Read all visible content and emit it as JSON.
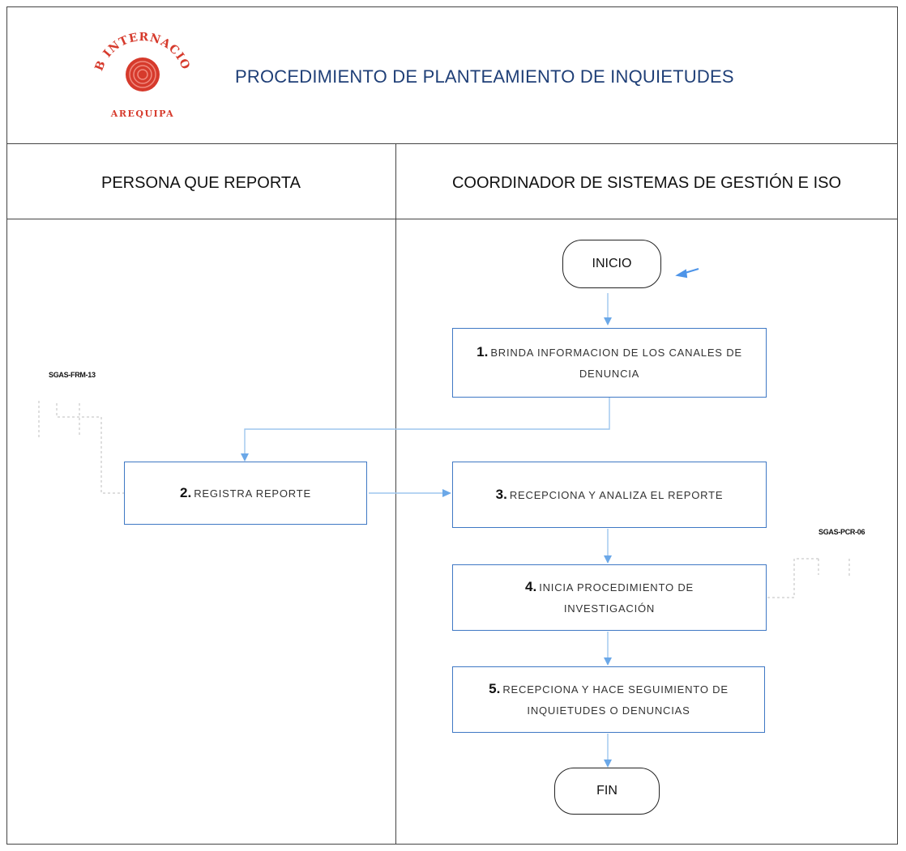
{
  "header": {
    "title": "PROCEDIMIENTO DE PLANTEAMIENTO DE INQUIETUDES",
    "logo": {
      "arc_text": "CLUB INTERNACIONAL",
      "city": "AREQUIPA"
    }
  },
  "lanes": [
    {
      "label": "PERSONA QUE REPORTA"
    },
    {
      "label": "COORDINADOR DE SISTEMAS DE GESTIÓN  E ISO"
    }
  ],
  "flow": {
    "start": "INICIO",
    "end": "FIN",
    "steps": [
      {
        "num": "1.",
        "text": "BRINDA INFORMACION DE LOS CANALES DE DENUNCIA"
      },
      {
        "num": "2.",
        "text": "REGISTRA REPORTE"
      },
      {
        "num": "3.",
        "text": "RECEPCIONA Y ANALIZA EL REPORTE"
      },
      {
        "num": "4.",
        "text": "INICIA PROCEDIMIENTO DE INVESTIGACIÓN"
      },
      {
        "num": "5.",
        "text": "RECEPCIONA Y HACE SEGUIMIENTO DE INQUIETUDES O DENUNCIAS"
      }
    ],
    "doc_refs": [
      "SGAS-FRM-13",
      "SGAS-PCR-06"
    ]
  },
  "colors": {
    "accent": "#3f78c4",
    "arrow": "#7ab4ea",
    "title": "#1f3f77",
    "logo": "#d63a2c"
  }
}
